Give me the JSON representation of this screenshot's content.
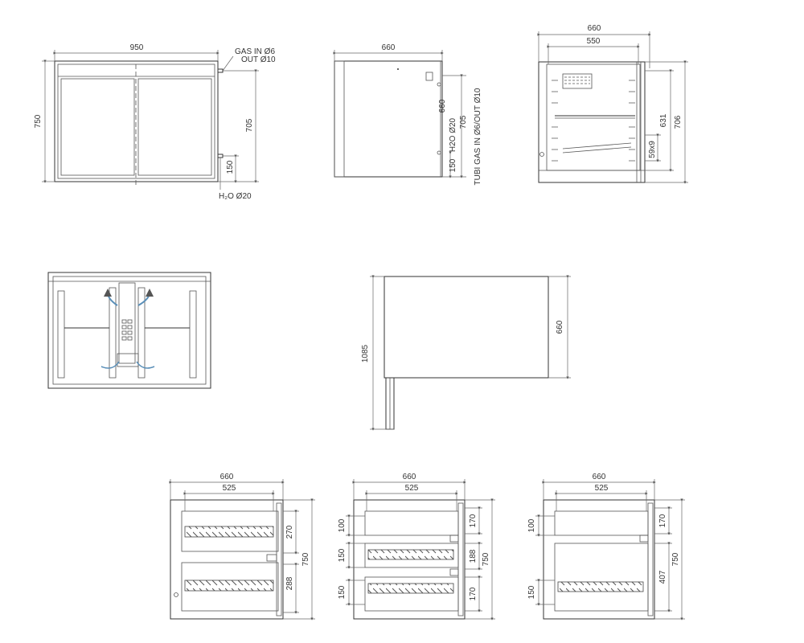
{
  "front_view": {
    "width_label": "950",
    "height_label": "750",
    "gas_label_line1": "GAS IN Ø6",
    "gas_label_line2": "OUT Ø10",
    "h705_label": "705",
    "h150_label": "150",
    "h2o_label": "H₂O Ø20"
  },
  "side_view": {
    "depth_label": "660",
    "h2o_label": "H2O Ø20",
    "tubi_label": "TUBI GAS IN Ø6/OUT Ø10",
    "h705_label": "705",
    "h150_label": "150",
    "h_small_label": "660"
  },
  "section_view": {
    "w660_label": "660",
    "w550_label": "550",
    "h706_label": "706",
    "h631_label": "631",
    "h59_label": "59x9"
  },
  "top_view": {
    "depth_label": "1085",
    "width_label": "660"
  },
  "drawer_views": [
    {
      "w660_label": "660",
      "w525_label": "525",
      "h750_label": "750",
      "right_dims": [
        "270",
        "288"
      ],
      "left_dims": []
    },
    {
      "w660_label": "660",
      "w525_label": "525",
      "h750_label": "750",
      "right_dims": [
        "170",
        "188",
        "170"
      ],
      "left_dims": [
        "100",
        "150",
        "150"
      ]
    },
    {
      "w660_label": "660",
      "w525_label": "525",
      "h750_label": "750",
      "right_dims": [
        "170",
        "407"
      ],
      "left_dims": [
        "100",
        "150"
      ]
    }
  ]
}
